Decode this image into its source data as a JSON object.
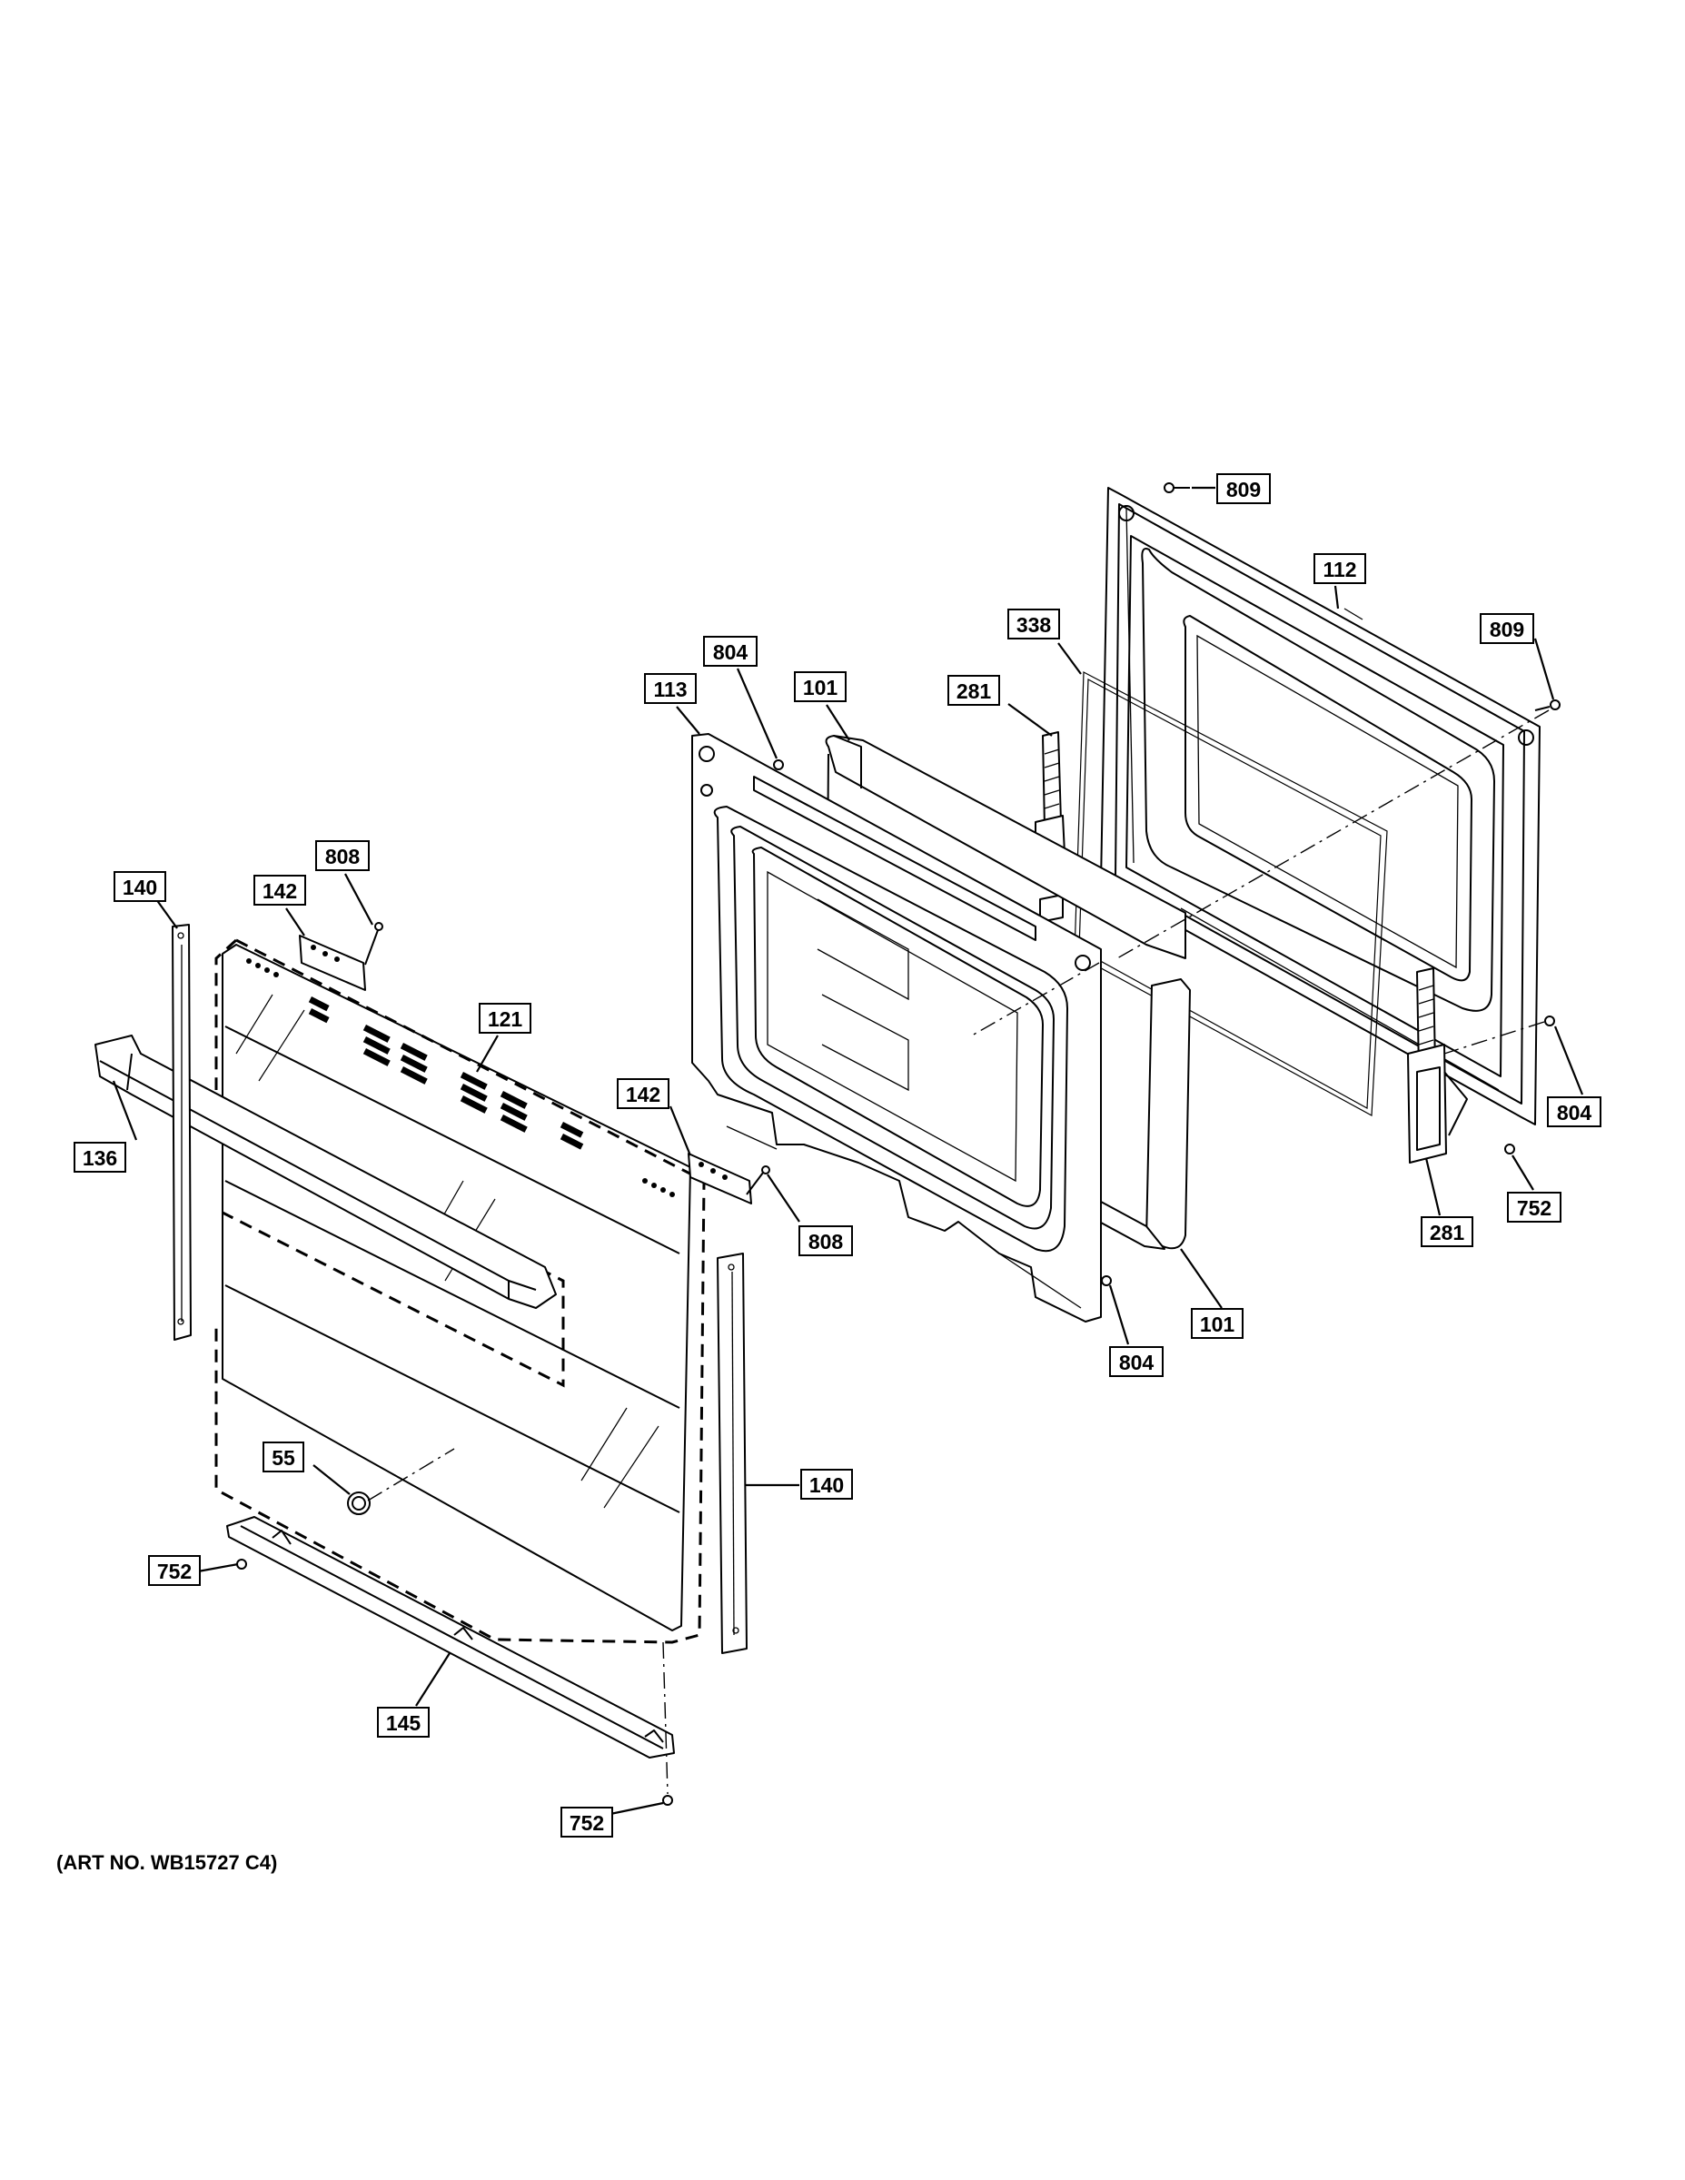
{
  "diagram": {
    "art_number": "(ART NO. WB15727 C4)",
    "callouts": [
      {
        "id": "c-809-top",
        "label": "809"
      },
      {
        "id": "c-112",
        "label": "112"
      },
      {
        "id": "c-338",
        "label": "338"
      },
      {
        "id": "c-809-right",
        "label": "809"
      },
      {
        "id": "c-804-top",
        "label": "804"
      },
      {
        "id": "c-113",
        "label": "113"
      },
      {
        "id": "c-101-top",
        "label": "101"
      },
      {
        "id": "c-281-top",
        "label": "281"
      },
      {
        "id": "c-808-top",
        "label": "808"
      },
      {
        "id": "c-140-left",
        "label": "140"
      },
      {
        "id": "c-142-top",
        "label": "142"
      },
      {
        "id": "c-121",
        "label": "121"
      },
      {
        "id": "c-136",
        "label": "136"
      },
      {
        "id": "c-142-mid",
        "label": "142"
      },
      {
        "id": "c-808-mid",
        "label": "808"
      },
      {
        "id": "c-804-right",
        "label": "804"
      },
      {
        "id": "c-752-right",
        "label": "752"
      },
      {
        "id": "c-281-bottom",
        "label": "281"
      },
      {
        "id": "c-101-bottom",
        "label": "101"
      },
      {
        "id": "c-804-bottom",
        "label": "804"
      },
      {
        "id": "c-55",
        "label": "55"
      },
      {
        "id": "c-140-right",
        "label": "140"
      },
      {
        "id": "c-752-left",
        "label": "752"
      },
      {
        "id": "c-145",
        "label": "145"
      },
      {
        "id": "c-752-bottom",
        "label": "752"
      }
    ]
  }
}
